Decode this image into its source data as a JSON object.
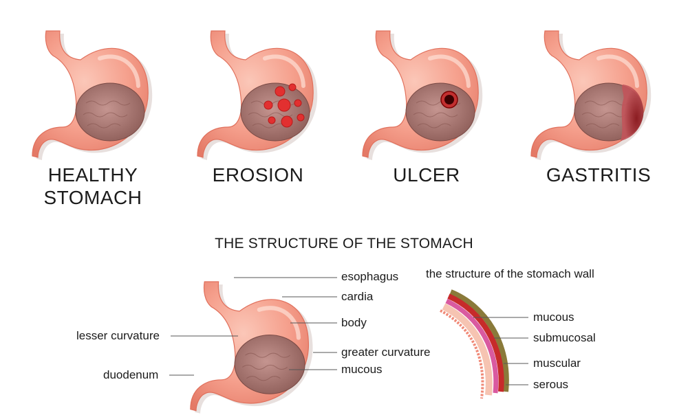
{
  "conditions": [
    {
      "line1": "HEALTHY",
      "line2": "STOMACH",
      "icon": "healthy-stomach"
    },
    {
      "line1": "EROSION",
      "line2": "",
      "icon": "erosion-stomach"
    },
    {
      "line1": "ULCER",
      "line2": "",
      "icon": "ulcer-stomach"
    },
    {
      "line1": "GASTRITIS",
      "line2": "",
      "icon": "gastritis-stomach"
    }
  ],
  "structure": {
    "title": "THE STRUCTURE OF THE STOMACH",
    "parts": {
      "esophagus": "esophagus",
      "cardia": "cardia",
      "body": "body",
      "lesser_curvature": "lesser curvature",
      "greater_curvature": "greater curvature",
      "mucous": "mucous",
      "duodenum": "duodenum"
    }
  },
  "wall": {
    "title": "the structure of the stomach wall",
    "layers": [
      "mucous",
      "submucosal",
      "muscular",
      "serous"
    ]
  },
  "colors": {
    "tissue": "#f59f8c",
    "tissue_dark": "#e0705c",
    "lining": "#b37e78",
    "ulcer": "#3b0000",
    "erosion": "#e23030",
    "gastritis": "#a8282c",
    "serous": "#8a7a3a",
    "muscular": "#c72a2a",
    "submucosal": "#d95aa0",
    "mucous": "#f6c4b2"
  }
}
